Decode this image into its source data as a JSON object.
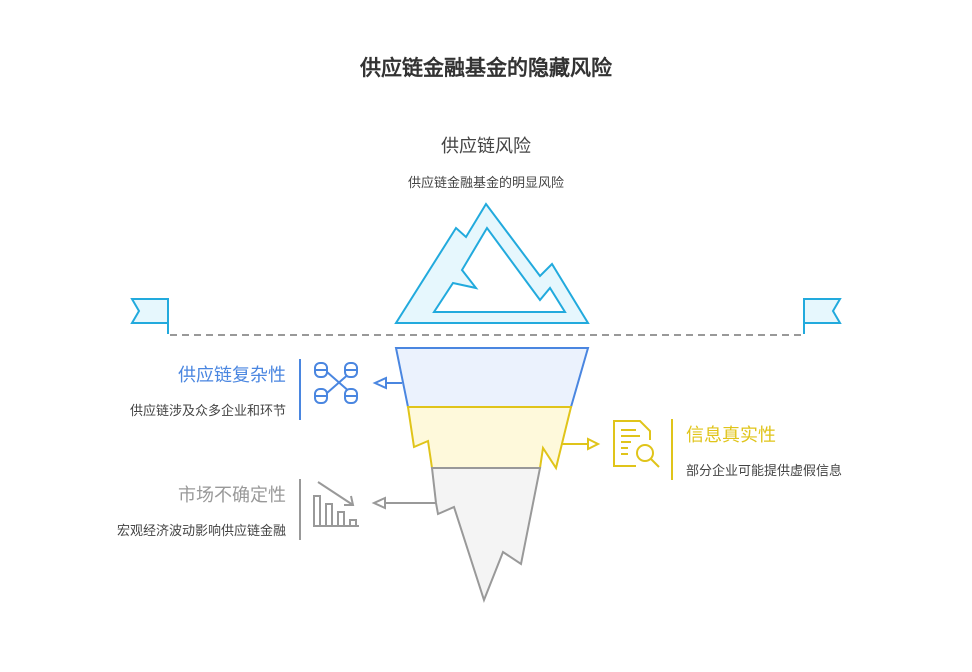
{
  "title": "供应链金融基金的隐藏风险",
  "top": {
    "heading": "供应链风险",
    "desc": "供应链金融基金的明显风险"
  },
  "items": [
    {
      "heading": "供应链复杂性",
      "desc": "供应链涉及众多企业和环节",
      "color": "#4a86e0",
      "icon": "database-network-icon"
    },
    {
      "heading": "信息真实性",
      "desc": "部分企业可能提供虚假信息",
      "color": "#e0c41a",
      "icon": "document-search-icon"
    },
    {
      "heading": "市场不确定性",
      "desc": "宏观经济波动影响供应链金融",
      "color": "#999999",
      "icon": "declining-chart-icon"
    }
  ],
  "colors": {
    "iceberg_top": "#22aadd",
    "waterline": "#999999"
  }
}
